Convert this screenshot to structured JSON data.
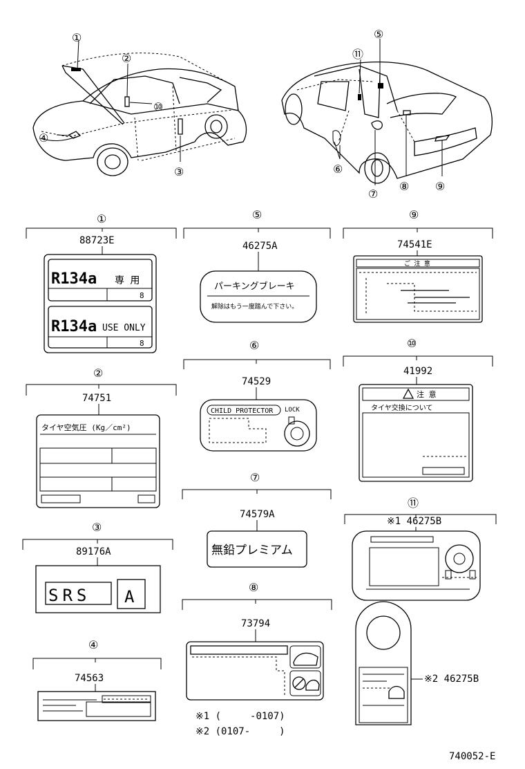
{
  "callouts": [
    "①",
    "②",
    "③",
    "④",
    "⑤",
    "⑥",
    "⑦",
    "⑧",
    "⑨",
    "⑩",
    "⑪"
  ],
  "labels": {
    "l1": {
      "callout": "①",
      "part": "88723E",
      "line1_big": "R134a",
      "line1_small": "専 用",
      "line1_code": "8",
      "line2_big": "R134a",
      "line2_small": "USE ONLY",
      "line2_code": "8"
    },
    "l2": {
      "callout": "②",
      "part": "74751",
      "header": "タイヤ空気圧 (Kg／cm²)"
    },
    "l3": {
      "callout": "③",
      "part": "89176A",
      "text1": "SRS",
      "text2": "A"
    },
    "l4": {
      "callout": "④",
      "part": "74563"
    },
    "l5": {
      "callout": "⑤",
      "part": "46275A",
      "line1": "パーキングブレーキ",
      "line2": "解除はもう一度踏んで下さい。"
    },
    "l6": {
      "callout": "⑥",
      "part": "74529",
      "text1": "CHILD PROTECTOR",
      "text2": "LOCK"
    },
    "l7": {
      "callout": "⑦",
      "part": "74579A",
      "text": "無鉛プレミアム"
    },
    "l8": {
      "callout": "⑧",
      "part": "73794"
    },
    "l9": {
      "callout": "⑨",
      "part": "74541E",
      "header": "ご 注 意"
    },
    "l10": {
      "callout": "⑩",
      "part": "41992",
      "header": "注 意",
      "sub": "タイヤ交換について"
    },
    "l11": {
      "callout": "⑪",
      "part_a": "※1 46275B",
      "part_b": "※2 46275B"
    }
  },
  "notes": {
    "n1": "※1 (　　　-0107)",
    "n2": "※2 (0107-　　　)"
  },
  "diagram_code": "740052-E"
}
